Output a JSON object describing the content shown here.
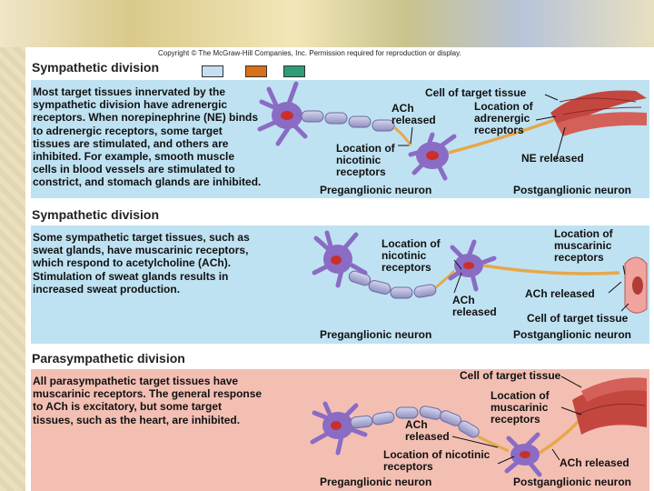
{
  "copyright": "Copyright © The McGraw-Hill Companies, Inc. Permission required for reproduction or display.",
  "legend": {
    "colors": [
      "#c6def0",
      "#d86f1a",
      "#2e9c78"
    ]
  },
  "panels": [
    {
      "title": "Sympathetic division",
      "body": "Most target tissues innervated by the sympathetic division have adrenergic receptors. When norepinephrine (NE) binds to adrenergic receptors, some target tissues are stimulated, and others are inhibited. For example, smooth muscle cells in blood vessels are stimulated to constrict, and stomach glands are inhibited.",
      "labels": {
        "ach_released": "ACh released",
        "cell_of_target": "Cell of target tissue",
        "location_adrenergic": "Location of adrenergic receptors",
        "location_nicotinic": "Location of nicotinic receptors",
        "ne_released": "NE released",
        "preganglionic": "Preganglionic neuron",
        "postganglionic": "Postganglionic neuron"
      }
    },
    {
      "title": "Sympathetic division",
      "body": "Some sympathetic target tissues, such as sweat glands, have muscarinic receptors, which respond to acetylcholine (ACh). Stimulation of sweat glands results in increased sweat production.",
      "labels": {
        "location_nicotinic": "Location of nicotinic receptors",
        "location_muscarinic": "Location of muscarinic receptors",
        "ach_released_1": "ACh released",
        "ach_released_2": "ACh released",
        "cell_of_target": "Cell of target tissue",
        "preganglionic": "Preganglionic neuron",
        "postganglionic": "Postganglionic neuron"
      }
    },
    {
      "title": "Parasympathetic division",
      "body": "All parasympathetic target tissues have muscarinic receptors. The general response to ACh is excitatory, but some target tissues, such as the heart, are inhibited.",
      "labels": {
        "cell_of_target": "Cell of target tissue",
        "location_muscarinic": "Location of muscarinic receptors",
        "ach_released_1": "ACh released",
        "ach_released_2": "ACh released",
        "location_nicotinic": "Location of nicotinic receptors",
        "preganglionic": "Preganglionic neuron",
        "postganglionic": "Postganglionic neuron"
      }
    }
  ]
}
